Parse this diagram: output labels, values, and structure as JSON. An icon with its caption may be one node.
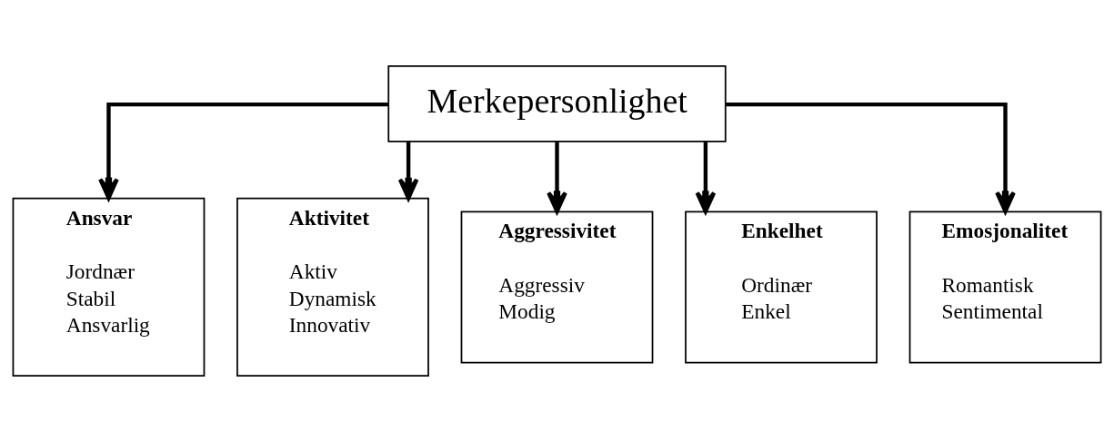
{
  "diagram": {
    "nodes": [
      {
        "text": [
          "Merkepersonlighet"
        ]
      },
      {
        "text": [
          "Ansvar",
          "Jordnær Stabil Ansvarlig"
        ]
      },
      {
        "text": [
          "Aktivitet",
          "Aktiv Dynamisk Innovativ"
        ]
      },
      {
        "text": [
          "Aggressivitet",
          "Aggressiv Modig"
        ]
      },
      {
        "text": [
          "Enkelhet",
          "Ordinær Enkel"
        ]
      },
      {
        "text": [
          "Emosjonalitet",
          "Romantisk Sentimental"
        ]
      }
    ],
    "edges": [
      {
        "from": 0,
        "to": 1,
        "arrow": "to"
      },
      {
        "from": 0,
        "to": 2,
        "arrow": "to"
      },
      {
        "from": 0,
        "to": 3,
        "arrow": "to"
      },
      {
        "from": 0,
        "to": 4,
        "arrow": "to"
      },
      {
        "from": 0,
        "to": 5,
        "arrow": "to"
      }
    ]
  }
}
